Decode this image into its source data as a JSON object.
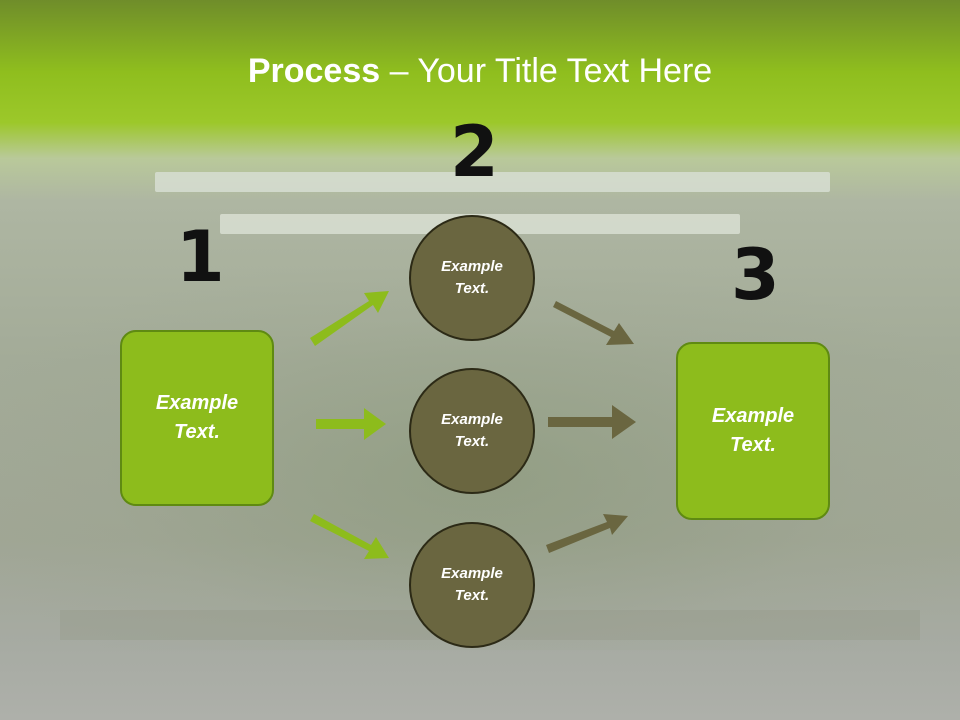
{
  "title": {
    "bold": "Process",
    "rest": " – Your Title Text Here"
  },
  "numbers": [
    "1",
    "2",
    "3"
  ],
  "left_box": {
    "text": "Example\nText."
  },
  "right_box": {
    "text": "Example\nText."
  },
  "circles": [
    {
      "text": "Example\nText."
    },
    {
      "text": "Example\nText."
    },
    {
      "text": "Example\nText."
    }
  ],
  "colors": {
    "accent_green": "#8dbc1c",
    "circle_fill": "#6a6640",
    "arrow_green": "#8dbc1c",
    "arrow_dark": "#6a6640"
  }
}
